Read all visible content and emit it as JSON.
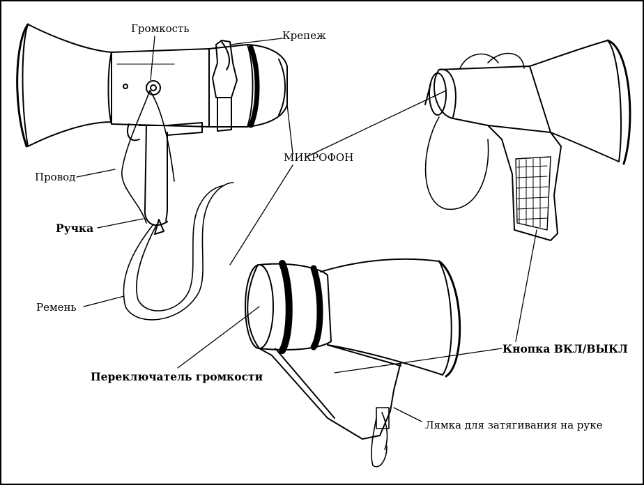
{
  "labels": {
    "volume": "Громкость",
    "mount": "Крепеж",
    "wire": "Провод",
    "handle": "Ручка",
    "microphone": "МИКРОФОН",
    "strap": "Ремень",
    "volume_switch": "Переключатель громкости",
    "power_button": "Кнопка ВКЛ/ВЫКЛ",
    "wrist_strap": "Лямка для затягивания на руке"
  }
}
